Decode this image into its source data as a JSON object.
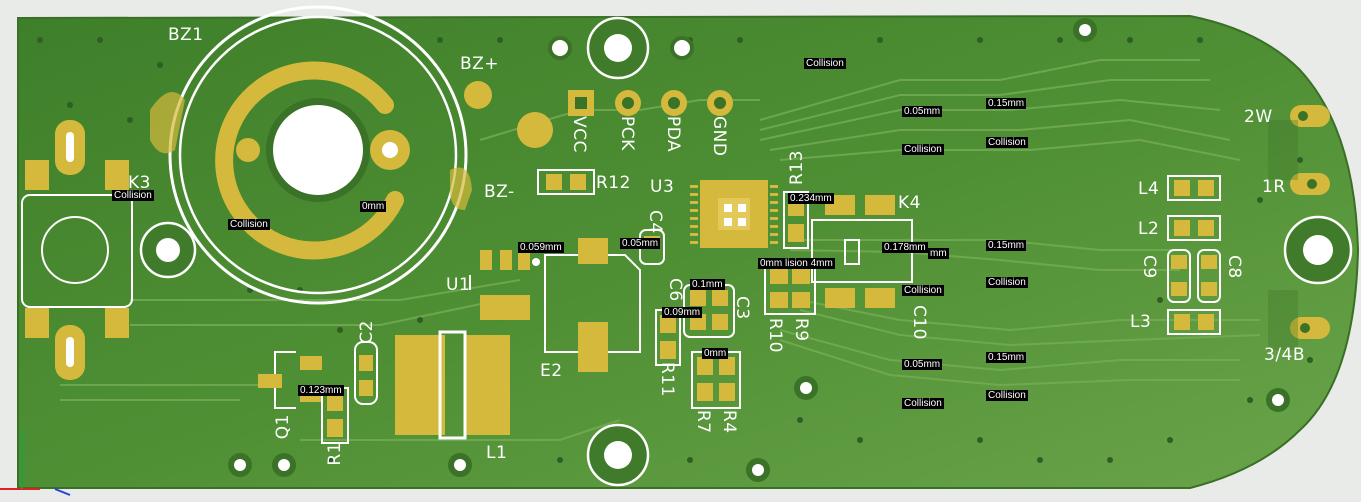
{
  "board": {
    "colors": {
      "mask": "#4f8f34",
      "mask_light": "#6aa44a",
      "pad": "#d4b93c",
      "silk": "#ffffff",
      "tag_bg": "#000000",
      "tag_text": "#ffffff",
      "background": "#e9ebe8"
    }
  },
  "designators": {
    "bz1": "BZ1",
    "bz_plus": "BZ+",
    "bz_minus": "BZ-",
    "k3": "K3",
    "k4": "K4",
    "u1": "U1",
    "u3": "U3",
    "e2": "E2",
    "l1": "L1",
    "l2": "L2",
    "l3": "L3",
    "l4": "L4",
    "q1": "Q1",
    "r1": "R1",
    "r4": "R4",
    "r7": "R7",
    "r9": "R9",
    "r10": "R10",
    "r11": "R11",
    "r12": "R12",
    "r13": "R13",
    "c2": "C2",
    "c3": "C3",
    "c4": "C4",
    "c6": "C6",
    "c8": "C8",
    "c9": "C9",
    "c10": "C10",
    "vcc": "VCC",
    "pck": "PCK",
    "pda": "PDA",
    "gnd": "GND",
    "pin_2w": "2W",
    "pin_1r": "1R",
    "pin_34b": "3/4B"
  },
  "drc_markers": {
    "collision": "Collision",
    "c_0mm": "0mm",
    "c_0059": "0.059mm",
    "c_005": "0.05mm",
    "c_015": "0.15mm",
    "c_0234": "0.234mm",
    "c_0178": "0.178mm",
    "c_01": "0.1mm",
    "c_009": "0.09mm",
    "c_0123": "0.123mm",
    "c_0mm_lision": "0mm lision 4mm",
    "c_mm": "mm"
  },
  "axes": {
    "x_label": "",
    "y_label": ""
  }
}
